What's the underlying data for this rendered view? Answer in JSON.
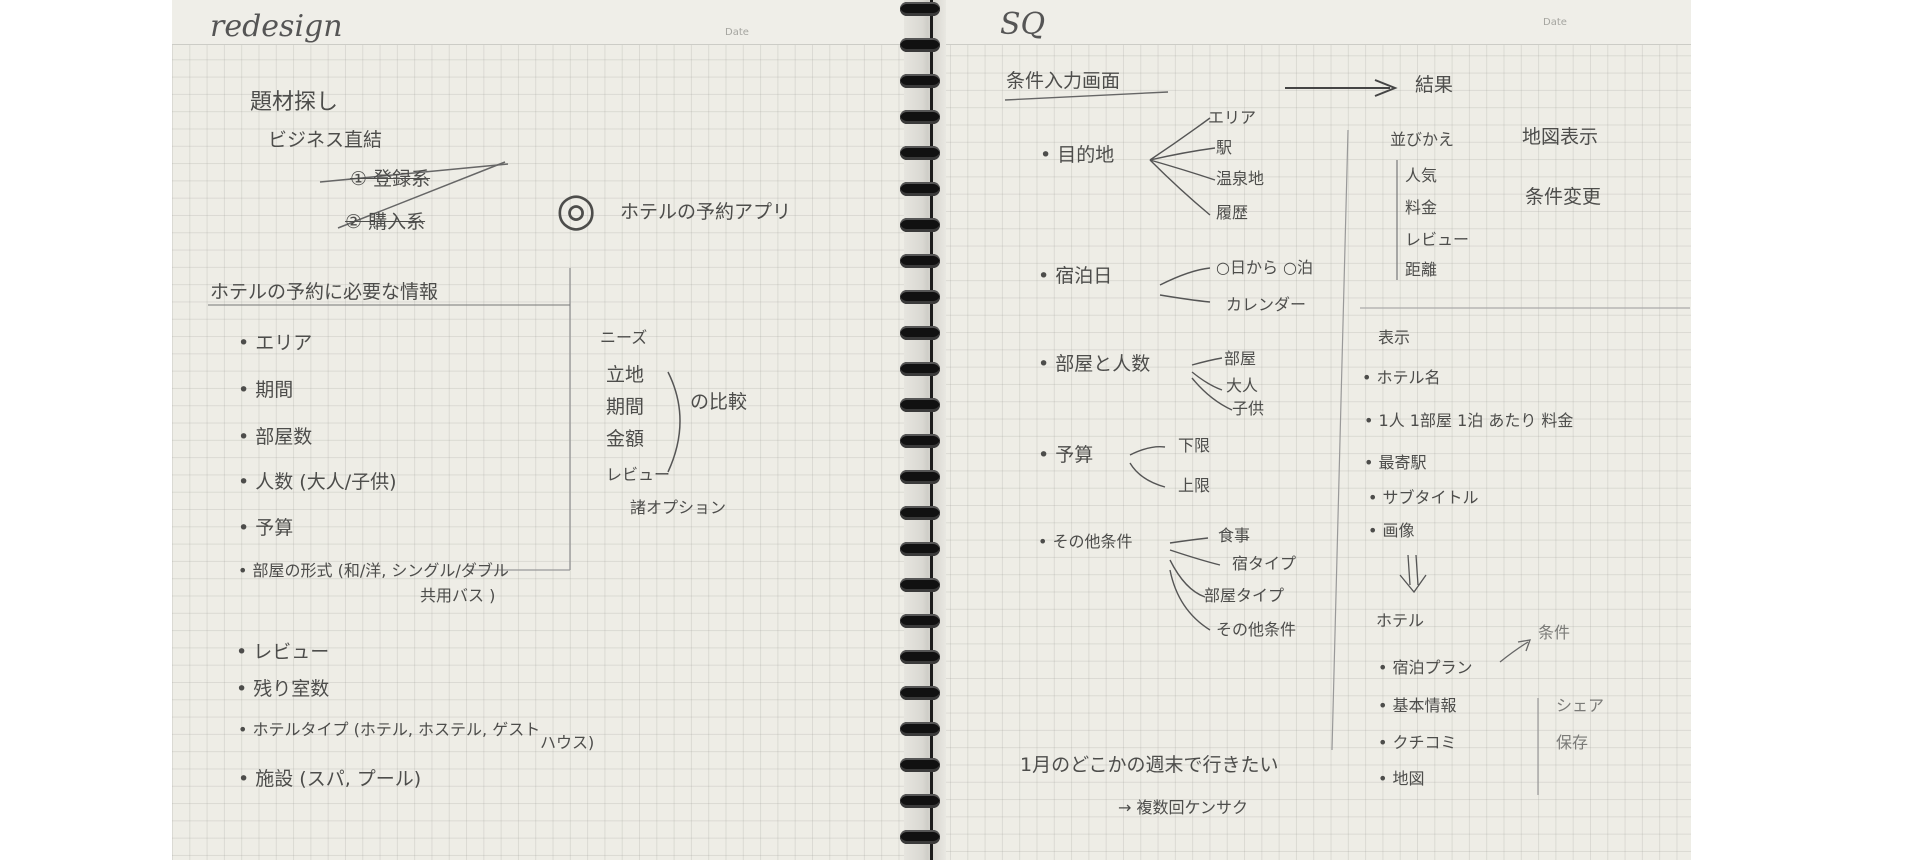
{
  "left_page": {
    "title": "redesign",
    "date_label": "Date",
    "topic_search": "題材探し",
    "business_line": "ビジネス直結",
    "option1": "① 登録系",
    "option2": "② 購入系",
    "selected_circle": "◎",
    "selected": "ホテルの予約アプリ",
    "info_heading": "ホテルの予約に必要な情報",
    "info_items": [
      "エリア",
      "期間",
      "部屋数",
      "人数 (大人/子供)",
      "予算"
    ],
    "room_type_line1": "部屋の形式 (和/洋, シングル/ダブル",
    "room_type_line2": "共用バス )",
    "info_items_2": [
      "レビュー",
      "残り室数"
    ],
    "hotel_type_line1": "ホテルタイプ (ホテル, ホステル, ゲスト",
    "hotel_type_line2": "ハウス)",
    "facilities": "施設 (スパ, プール)",
    "needs_label": "ニーズ",
    "needs_items": [
      "立地",
      "期間",
      "金額",
      "レビュー"
    ],
    "needs_option": "諸オプション",
    "compare": "の比較"
  },
  "right_page": {
    "title": "SQ",
    "date_label": "Date",
    "input_screen": "条件入力画面",
    "result": "結果",
    "destination": "目的地",
    "destination_items": [
      "エリア",
      "駅",
      "温泉地",
      "履歴"
    ],
    "stay_date": "宿泊日",
    "stay_date_items": [
      "○日から ○泊",
      "カレンダー"
    ],
    "rooms_people": "部屋と人数",
    "rooms_people_items": [
      "部屋",
      "大人",
      "子供"
    ],
    "budget": "予算",
    "budget_items": [
      "下限",
      "上限"
    ],
    "other_conditions": "その他条件",
    "other_items": [
      "食事",
      "宿タイプ",
      "部屋タイプ",
      "その他条件"
    ],
    "sort": "並びかえ",
    "sort_items": [
      "人気",
      "料金",
      "レビュー",
      "距離"
    ],
    "map_view": "地図表示",
    "change_conditions": "条件変更",
    "display": "表示",
    "display_items": [
      "ホテル名",
      "1人 1部屋 1泊 あたり 料金",
      "最寄駅",
      "サブタイトル",
      "画像"
    ],
    "down_arrow": "⇓",
    "hotel": "ホテル",
    "hotel_items": [
      "宿泊プラン",
      "基本情報",
      "クチコミ",
      "地図"
    ],
    "conditions": "条件",
    "share": "シェア",
    "save": "保存",
    "note1": "1月のどこかの週末で行きたい",
    "note2": "→ 複数回ケンサク"
  }
}
